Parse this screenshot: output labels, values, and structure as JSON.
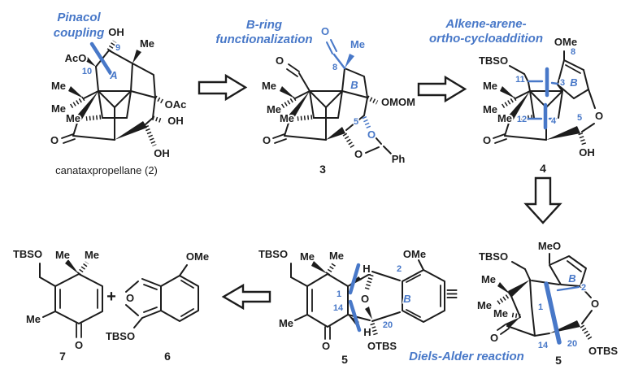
{
  "figure": {
    "kind": "retrosynthetic analysis scheme",
    "colors": {
      "accent_blue": "#4878c8",
      "bond_ink": "#1c1c1c",
      "background": "#ffffff"
    }
  },
  "steps": {
    "pinacol_line1": "Pinacol",
    "pinacol_line2": "coupling",
    "bring_line1": "B-ring",
    "bring_line2": "functionalization",
    "alkene_line1": "Alkene-arene-",
    "alkene_line2": "ortho-cycloaddition",
    "diels": "Diels-Alder reaction"
  },
  "operators": {
    "plus": "+",
    "equiv": "≡"
  },
  "c2": {
    "caption": "canataxpropellane (2)",
    "oh_top": "OH",
    "n9": "9",
    "me_top": "Me",
    "aco": "AcO",
    "n10": "10",
    "ring_a": "A",
    "me1": "Me",
    "me2": "Me",
    "me3": "Me",
    "oac": "OAc",
    "oh_right": "OH",
    "o_ketone": "O",
    "oh_bottom": "OH"
  },
  "c3": {
    "caption": "3",
    "o_cho": "O",
    "o_cho_blue": "O",
    "me_blue": "Me",
    "n8": "8",
    "ring_b": "B",
    "me1": "Me",
    "me2": "Me",
    "me3": "Me",
    "omom": "OMOM",
    "n5": "5",
    "o_blue": "O",
    "o_acetal": "O",
    "ph": "Ph",
    "o_ketone": "O"
  },
  "c4": {
    "caption": "4",
    "ome": "OMe",
    "n8": "8",
    "tbso": "TBSO",
    "n11": "11",
    "n3": "3",
    "ring_b": "B",
    "me1": "Me",
    "me2": "Me",
    "me3": "Me",
    "n12": "12",
    "n4": "4",
    "n5": "5",
    "o_ring": "O",
    "oh": "OH",
    "o_ketone": "O"
  },
  "c7": {
    "caption": "7",
    "tbso": "TBSO",
    "me_gem1": "Me",
    "me_gem2": "Me",
    "me_vinyl": "Me",
    "o_ketone": "O"
  },
  "c6": {
    "caption": "6",
    "ome": "OMe",
    "o_furan": "O",
    "tbso": "TBSO"
  },
  "c5": {
    "caption": "5",
    "tbso": "TBSO",
    "me_gem1": "Me",
    "me_gem2": "Me",
    "me_vinyl": "Me",
    "h_top": "H",
    "h_bottom": "H",
    "n1": "1",
    "n14": "14",
    "n2": "2",
    "n20": "20",
    "o_bridge": "O",
    "o_ketone": "O",
    "ring_b": "B",
    "ome": "OMe",
    "otbs": "OTBS"
  },
  "c5x": {
    "caption": "5",
    "meo": "MeO",
    "tbso": "TBSO",
    "me1": "Me",
    "me2": "Me",
    "me3": "Me",
    "ring_b": "B",
    "n2": "2",
    "n1": "1",
    "n14": "14",
    "n20": "20",
    "o_ketone": "O",
    "o_ring": "O",
    "otbs": "OTBS"
  }
}
